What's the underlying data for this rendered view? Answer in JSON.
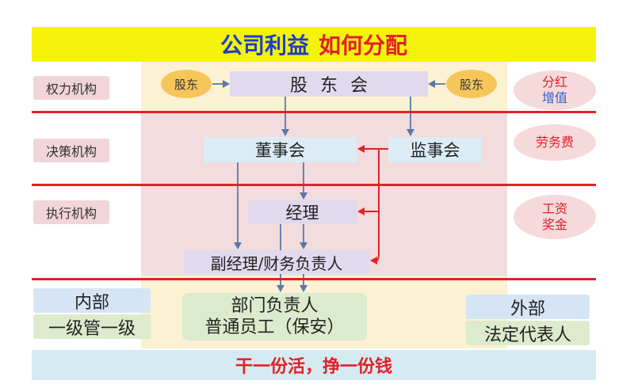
{
  "title": {
    "blue": "公司利益",
    "red": "如何分配"
  },
  "levels": {
    "power": "权力机构",
    "decision": "决策机构",
    "execution": "执行机构"
  },
  "rewards": {
    "shareholders": {
      "line1": "分红",
      "line2": "增值"
    },
    "supervisors": {
      "line1": "劳务费"
    },
    "managers": {
      "line1": "工资",
      "line2": "奖金"
    }
  },
  "nodes": {
    "shareholder_left": "股东",
    "shareholder_right": "股东",
    "shareholders_meeting": "股东会",
    "board": "董事会",
    "supervisory_board": "监事会",
    "manager": "经理",
    "deputy": "副经理/财务负责人",
    "staff": {
      "line1": "部门负责人",
      "line2": "普通员工（保安）"
    }
  },
  "internal": {
    "heading": "内部",
    "rule": "一级管一级"
  },
  "external": {
    "heading": "外部",
    "rule": "法定代表人"
  },
  "footer": "干一份活，挣一份钱",
  "colors": {
    "banner_yellow": "#f6f30a",
    "title_blue": "#1c3fc9",
    "accent_red": "#e3202a",
    "reward_blue": "#2d63cf",
    "beige": "#fcf1d2",
    "pink_zone": "#f2dcdd",
    "shareholder_gold": "#f6c65a",
    "lavender": "#e1d9ee",
    "light_blue": "#dcecf5",
    "light_green": "#dcebcd",
    "footer_cyan": "#d5ebf1",
    "arrow_blue": "#5a78aa"
  }
}
